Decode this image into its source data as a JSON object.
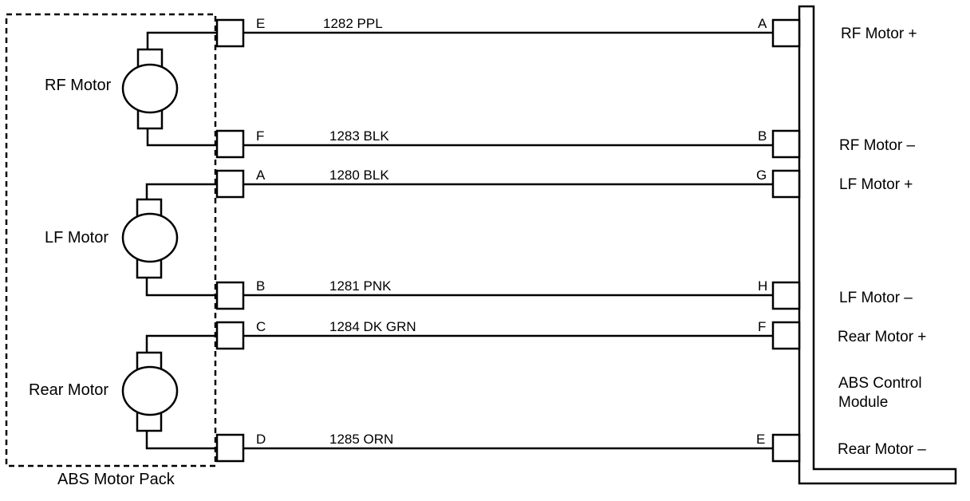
{
  "motor_pack": {
    "label": "ABS Motor Pack",
    "motors": [
      {
        "name": "RF Motor",
        "pos_pin": "E",
        "neg_pin": "F"
      },
      {
        "name": "LF Motor",
        "pos_pin": "A",
        "neg_pin": "B"
      },
      {
        "name": "Rear Motor",
        "pos_pin": "C",
        "neg_pin": "D"
      }
    ]
  },
  "wires": [
    {
      "circuit": "1282 PPL",
      "left_pin": "E",
      "right_pin": "A",
      "function": "RF Motor +"
    },
    {
      "circuit": "1283 BLK",
      "left_pin": "F",
      "right_pin": "B",
      "function": "RF Motor –"
    },
    {
      "circuit": "1280 BLK",
      "left_pin": "A",
      "right_pin": "G",
      "function": "LF Motor +"
    },
    {
      "circuit": "1281 PNK",
      "left_pin": "B",
      "right_pin": "H",
      "function": "LF Motor –"
    },
    {
      "circuit": "1284 DK GRN",
      "left_pin": "C",
      "right_pin": "F",
      "function": "Rear Motor +"
    },
    {
      "circuit": "1285 ORN",
      "left_pin": "D",
      "right_pin": "E",
      "function": "Rear Motor –"
    }
  ],
  "control_module": {
    "label_line1": "ABS Control",
    "label_line2": "Module"
  },
  "colors": {
    "ink": "#000000",
    "paper": "#ffffff"
  }
}
